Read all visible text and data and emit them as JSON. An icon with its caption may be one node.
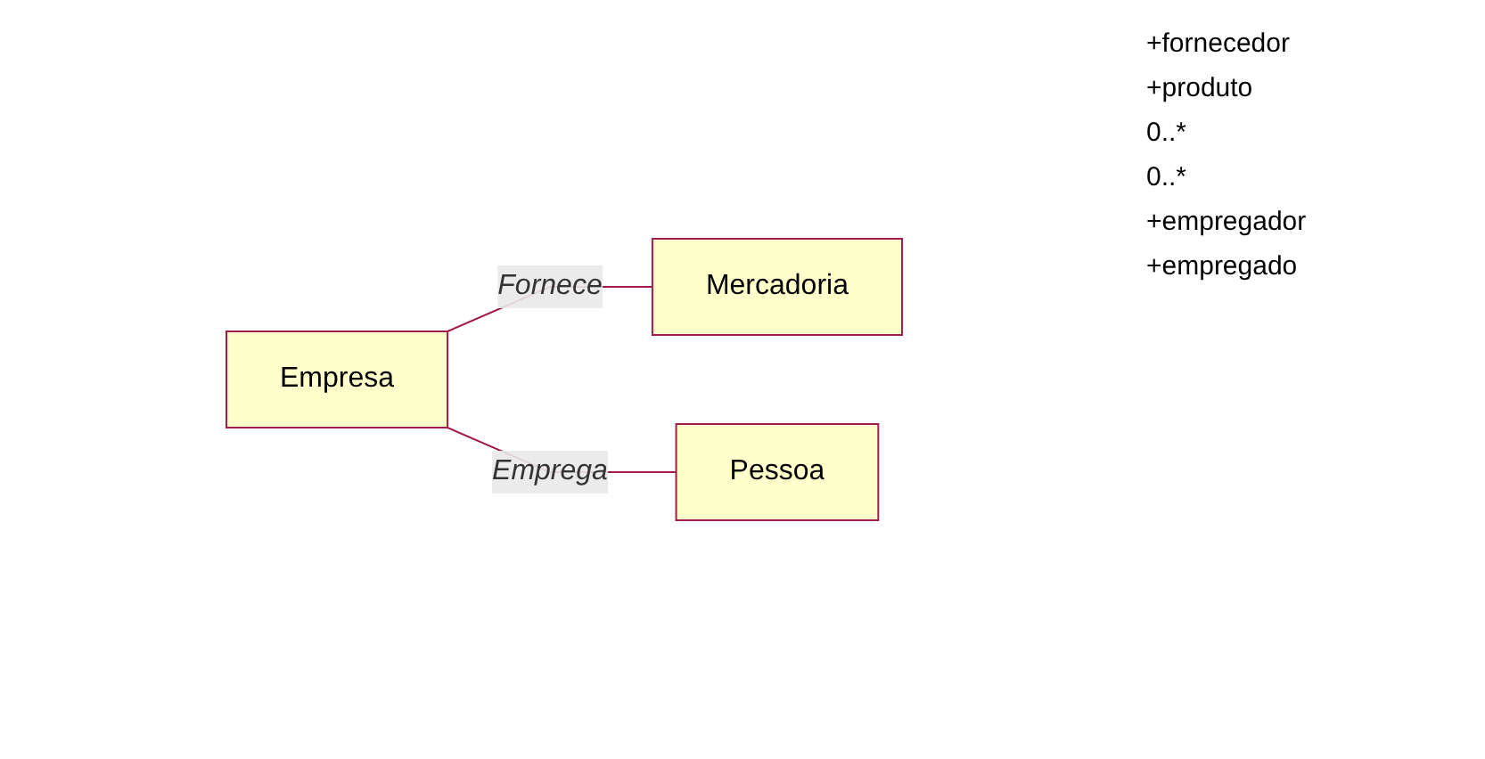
{
  "diagram": {
    "nodes": [
      {
        "text": [
          "Empresa"
        ]
      },
      {
        "text": [
          "Mercadoria"
        ]
      },
      {
        "text": [
          "Pessoa"
        ]
      }
    ],
    "edges": [
      {
        "from": 0,
        "to": 1,
        "arrow": "none",
        "label": "Fornece"
      },
      {
        "from": 0,
        "to": 2,
        "arrow": "none",
        "label": "Emprega"
      }
    ],
    "labels": [
      "+fornecedor",
      "+produto",
      "0..*",
      "0..*",
      "+empregador",
      "+empregado"
    ]
  }
}
